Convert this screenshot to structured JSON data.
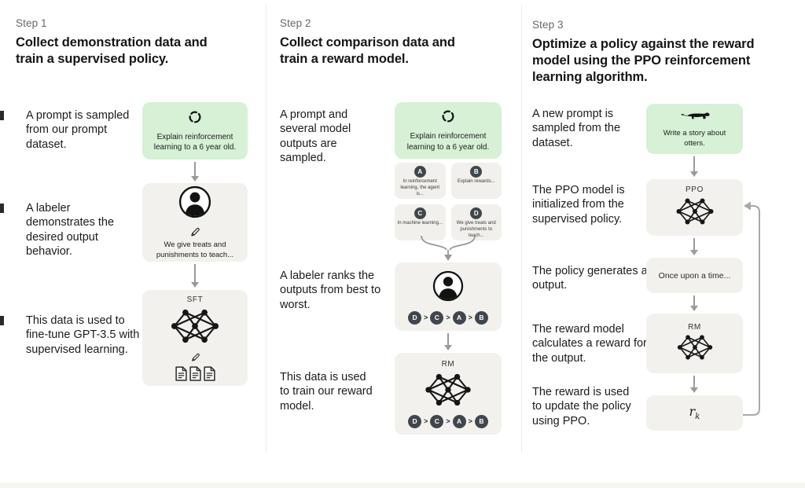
{
  "colors": {
    "background": "#ffffff",
    "prompt_box_green": "#d6f1d6",
    "gray_box": "#f2f1ed",
    "card_gray": "#f1f0ec",
    "badge_dark": "#40474c",
    "arrow_gray": "#9b9b9b",
    "step_label_gray": "#686868"
  },
  "steps": [
    {
      "label": "Step 1",
      "title": "Collect demonstration data and train a supervised policy.",
      "annotations": [
        "A prompt is sampled from our prompt dataset.",
        "A labeler demonstrates the desired output behavior.",
        "This data is used to fine-tune GPT-3.5 with supervised learning."
      ],
      "prompt_box": {
        "icon": "cycle-icon",
        "text": "Explain reinforcement learning to a 6 year old."
      },
      "labeler_box": {
        "icon": "person-icon",
        "text": "We give treats and punishments to teach..."
      },
      "model_box": {
        "label": "SFT",
        "icon": "network-icon"
      }
    },
    {
      "label": "Step 2",
      "title": "Collect comparison data and train a reward model.",
      "annotations": [
        "A prompt and several model outputs are sampled.",
        "A labeler ranks the outputs from best to worst.",
        "This data is used to train our reward model."
      ],
      "prompt_box": {
        "icon": "cycle-icon",
        "text": "Explain reinforcement learning to a 6 year old."
      },
      "cards": [
        {
          "letter": "A",
          "text": "In reinforcement learning, the agent is..."
        },
        {
          "letter": "B",
          "text": "Explain rewards..."
        },
        {
          "letter": "C",
          "text": "In machine learning..."
        },
        {
          "letter": "D",
          "text": "We give treats and punishments to teach..."
        }
      ],
      "ranking": [
        "D",
        "C",
        "A",
        "B"
      ],
      "ranking_sep": ">",
      "labeler_box": {
        "icon": "person-icon"
      },
      "model_box": {
        "label": "RM",
        "icon": "network-icon"
      }
    },
    {
      "label": "Step 3",
      "title": "Optimize a policy against the reward model using the PPO reinforcement learning algorithm.",
      "annotations": [
        "A new prompt is sampled from the dataset.",
        "The PPO model is initialized from the supervised policy.",
        "The policy generates an output.",
        "The reward model calculates a reward for the output.",
        "The reward is used to update the policy using PPO."
      ],
      "prompt_box": {
        "icon": "otter-icon",
        "text": "Write a story about otters."
      },
      "ppo_box": {
        "label": "PPO",
        "icon": "network-icon"
      },
      "output_box": {
        "text": "Once upon a time..."
      },
      "rm_box": {
        "label": "RM",
        "icon": "network-icon"
      },
      "reward_box": {
        "base": "r",
        "subscript": "k"
      }
    }
  ]
}
